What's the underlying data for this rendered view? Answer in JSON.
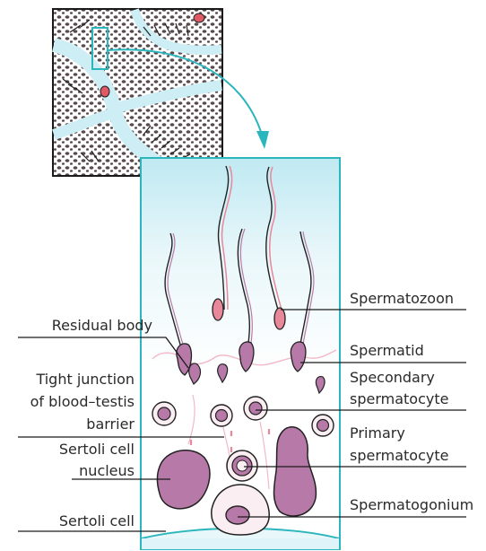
{
  "labels": {
    "spermatozoon": "Spermatozoon",
    "spermatid": "Spermatid",
    "secondary_line1": "Specondary",
    "secondary_line2": "spermatocyte",
    "primary_line1": "Primary",
    "primary_line2": "spermatocyte",
    "spermatogonium": "Spermatogonium",
    "residual_body": "Residual body",
    "tight_line1": "Tight junction",
    "tight_line2": "of blood–testis",
    "tight_line3": "barrier",
    "sertoli_nucleus_line1": "Sertoli cell",
    "sertoli_nucleus_line2": "nucleus",
    "sertoli_cell": "Sertoli cell"
  },
  "colors": {
    "outline": "#1a1a1a",
    "cyan": "#2bb5bd",
    "light_blue": "#cdeef4",
    "pink": "#e8889a",
    "mauve": "#b77aa8",
    "pale_pink": "#f6e3ea"
  }
}
